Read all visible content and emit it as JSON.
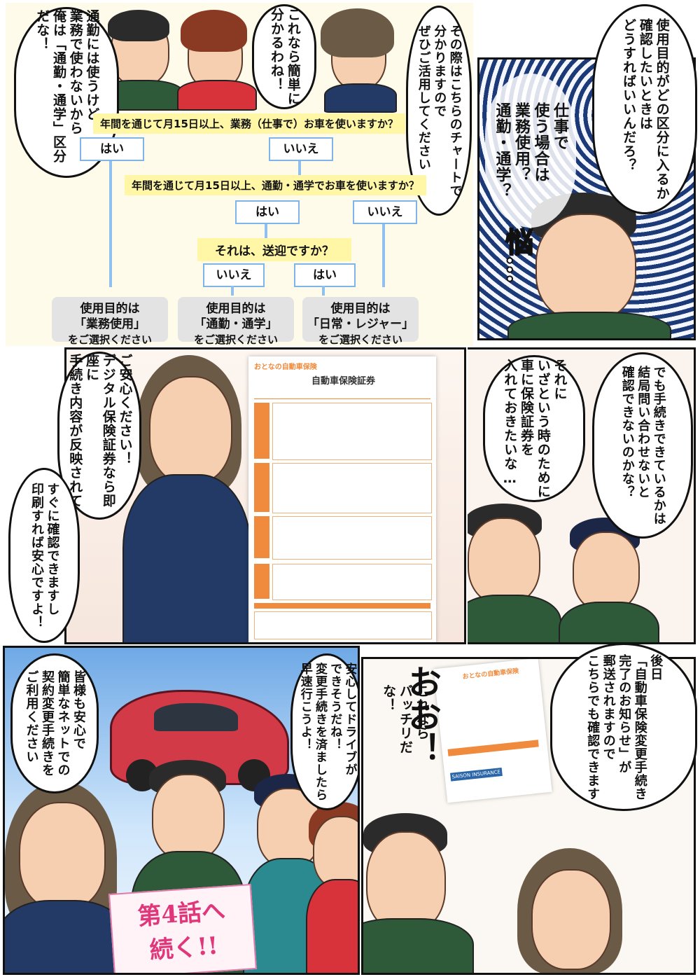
{
  "panels": {
    "p1": {
      "bubbles": [
        "通勤には使うけど\n業務で使わないから\n俺は「通勤・通学」区分だな！",
        "これなら簡単に\n分かるわね！",
        "その際はこちらのチャートで\n分かりますので\nぜひご活用してください"
      ],
      "flowchart": {
        "q1": "年間を通じて月15日以上、業務（仕事で）お車を使いますか？",
        "q2": "年間を通じて月15日以上、通勤・通学でお車を使いますか？",
        "q3": "それは、送迎ですか？",
        "yes": "はい",
        "no": "いいえ",
        "results": [
          {
            "line1": "使用目的は",
            "line2": "「業務使用」",
            "line3": "をご選択ください"
          },
          {
            "line1": "使用目的は",
            "line2": "「通勤・通学」",
            "line3": "をご選択ください"
          },
          {
            "line1": "使用目的は",
            "line2": "「日常・レジャー」",
            "line3": "をご選択ください"
          }
        ]
      }
    },
    "p2": {
      "bubble": "使用目的がどの区分に入るか\n確認したいときは\nどうすればいいんだろ？",
      "thought": "仕事で\n使う場合は\n業務使用？\n通勤・通学？",
      "sfx": "悩…"
    },
    "p3": {
      "bubbles": [
        "ご安心ください！\nデジタル保険証券なら即座に\n手続き内容が反映されて",
        "すぐに確認できますし\n印刷すれば安心ですよ！"
      ],
      "document_title": "自動車保険証券",
      "document_brand": "おとなの自動車保険"
    },
    "p4": {
      "bubbles": [
        "それに\nいざという時のために\n車に保険証券を\n入れておきたいな…",
        "でも手続きできているかは\n結局問い合わせないと\n確認できないのかな？"
      ]
    },
    "p5": {
      "bubbles": [
        "皆様も安心で\n簡単なネットでの\n契約変更手続きを\nご利用ください",
        "安心してドライブが\nできそうだね！\n変更手続きを済ましたら\n早速行こうよ！"
      ],
      "sign_line1": "第4話へ",
      "sign_line2": "続く!!"
    },
    "p6": {
      "bubbles": [
        "これなら\nバッチリだな！",
        "後日\n「自動車保険変更手続き\n完了のお知らせ」が\n郵送されますので\nこちらでも確認できます"
      ],
      "sfx": "おお！",
      "postcard_brand": "おとなの自動車保険",
      "postcard_company": "SAISON INSURANCE"
    }
  },
  "colors": {
    "accent_orange": "#f08a3c",
    "flow_yellow": "#fff7a6",
    "flow_blue": "#8fc0ee",
    "result_gray": "#e3e3e3",
    "suit_navy": "#233a66"
  }
}
